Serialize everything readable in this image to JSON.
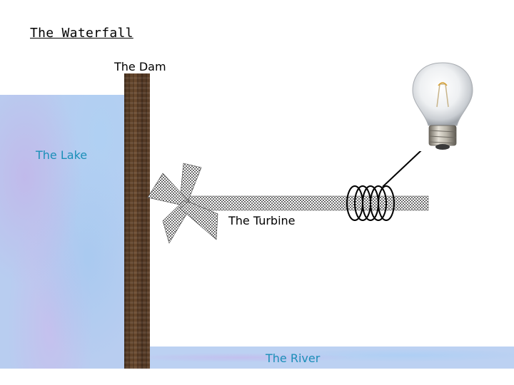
{
  "title": "The Waterfall",
  "labels": {
    "dam": "The Dam",
    "lake": "The Lake",
    "turbine": "The Turbine",
    "river": "The River"
  },
  "colors": {
    "water": "#b8cdf0",
    "water_label": "#1a8fb8",
    "dam": "#5a3d26",
    "text": "#000000"
  },
  "icons": {
    "bulb": "light-bulb-icon",
    "coil": "coil-icon",
    "fan": "turbine-blades-icon"
  }
}
